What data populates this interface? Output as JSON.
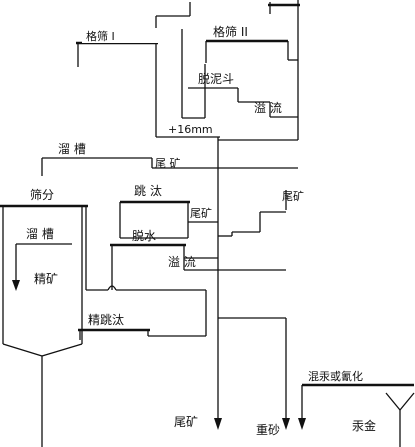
{
  "labels": {
    "grid_screen_1": "格筛 I",
    "grid_screen_2": "格筛 II",
    "desliming_hopper": "脱泥斗",
    "overflow_1": "溢  流",
    "oversize": "+16mm",
    "sluice_1": "溜  槽",
    "tailings_1": "尾 矿",
    "screening": "筛分",
    "jig": "跳  汰",
    "tailings_2": "尾矿",
    "sluice_2": "溜  槽",
    "dewatering": "脱水",
    "overflow_2": "溢  流",
    "concentrate": "精矿",
    "fine_jig": "精跳汰",
    "amalgamation": "混汞或氰化",
    "tailings_final": "尾矿",
    "heavy_sand": "重砂",
    "amalgam_gold": "汞金"
  },
  "colors": {
    "line": "#111111",
    "background": "#ffffff"
  }
}
